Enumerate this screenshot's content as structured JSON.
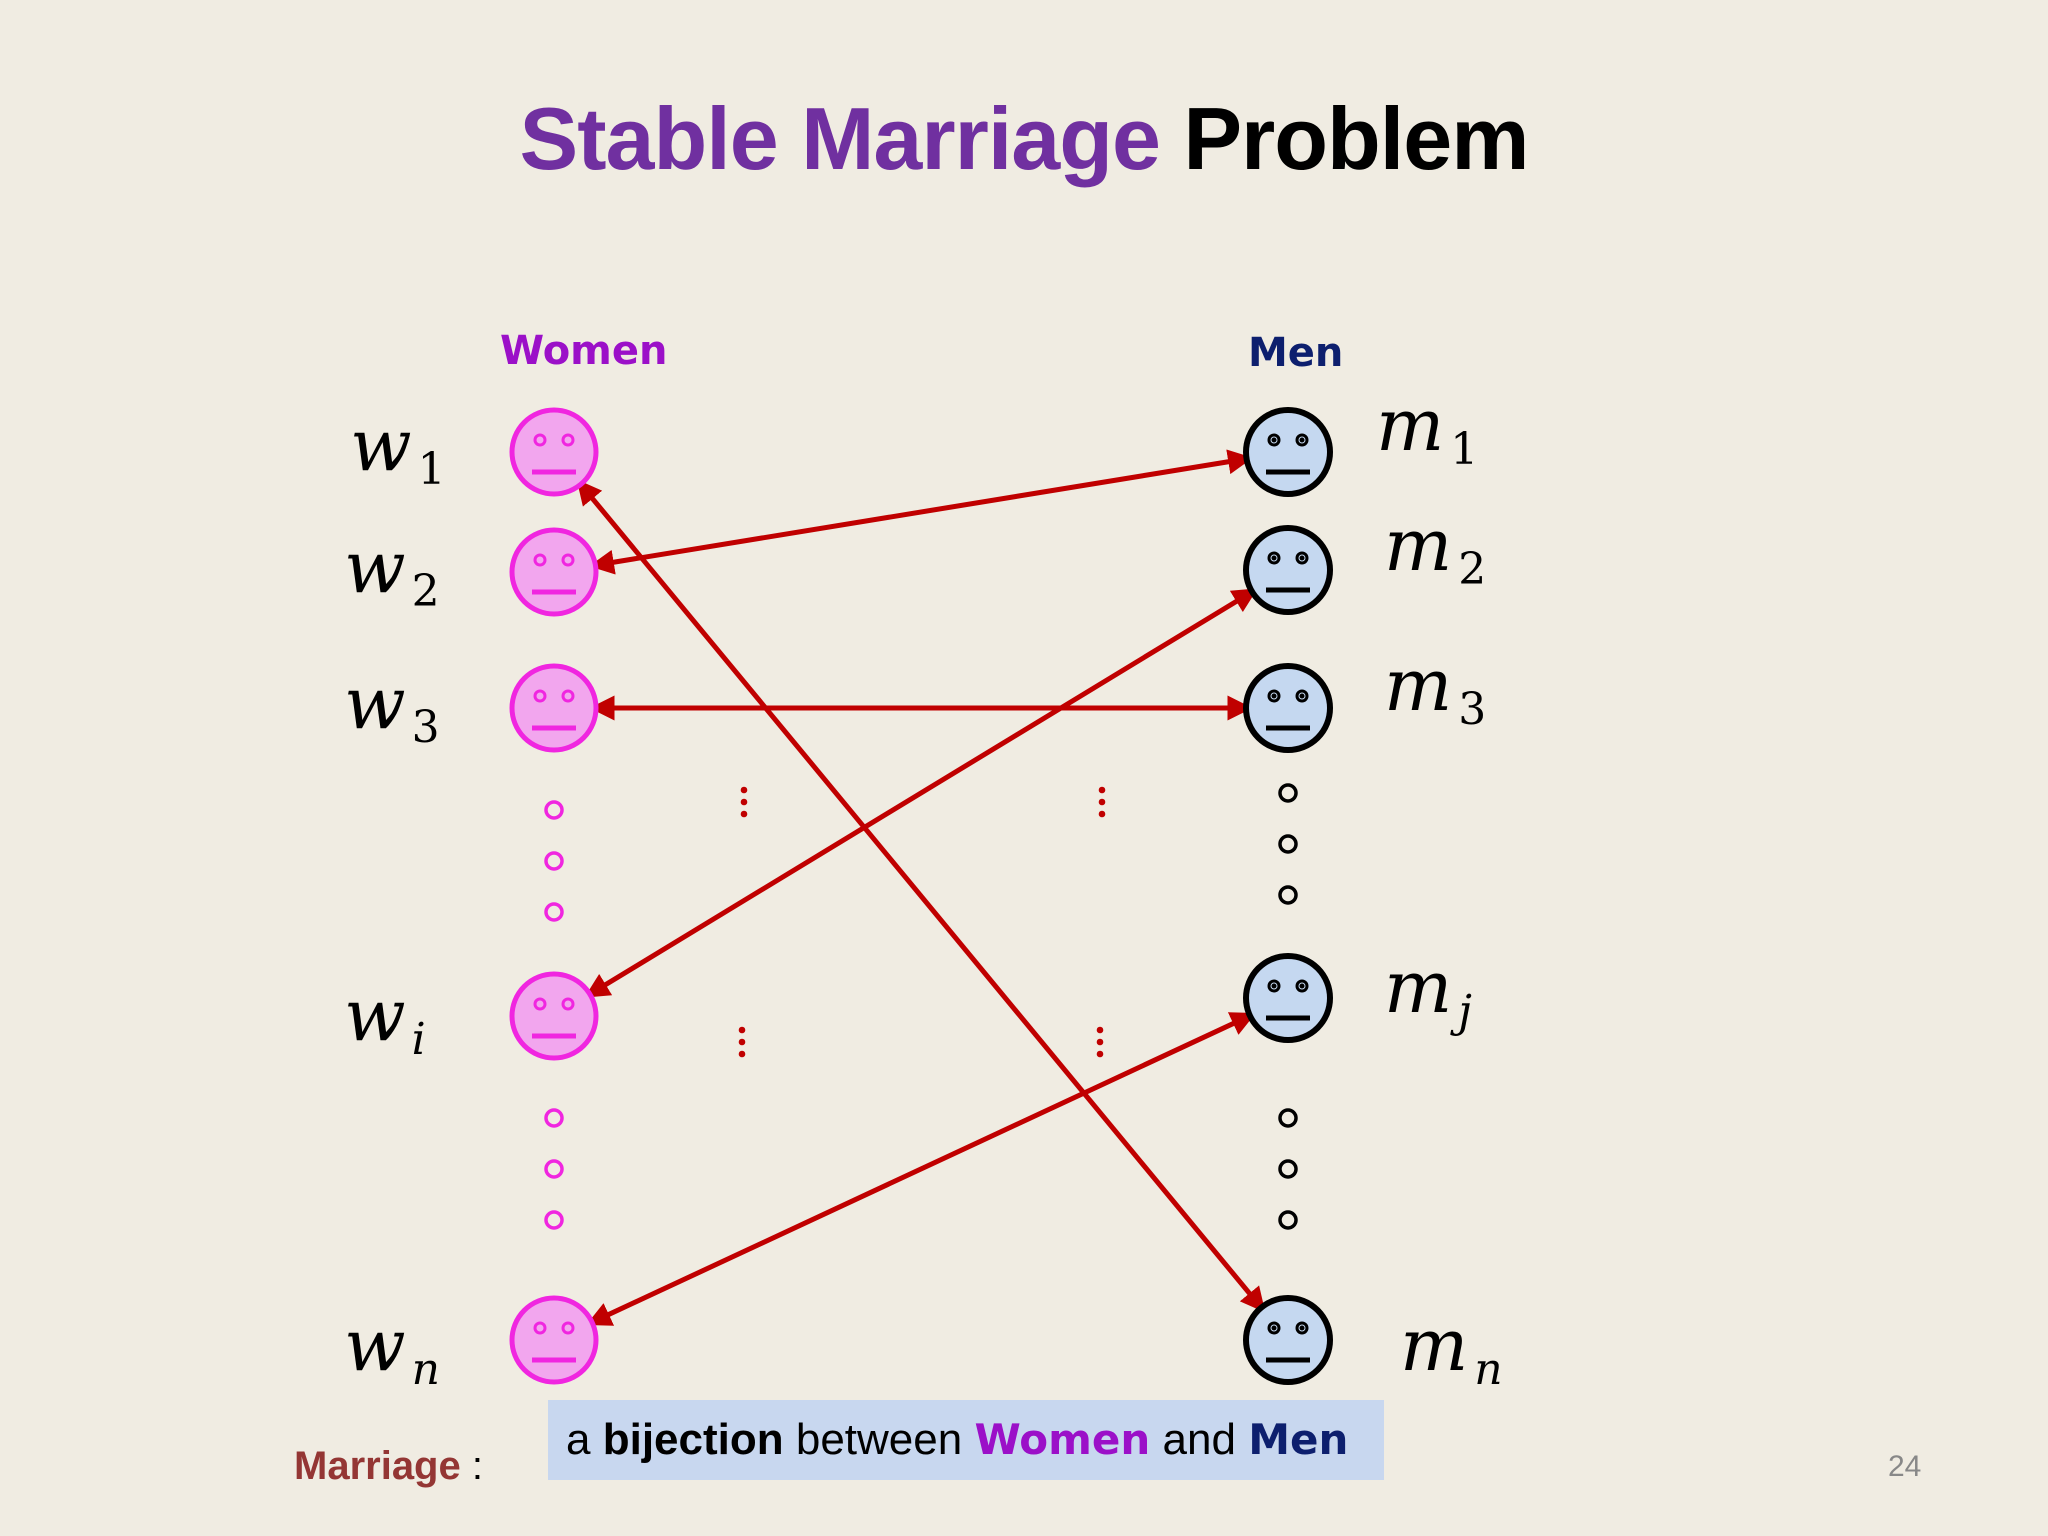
{
  "title": {
    "part1": "Stable Marriage",
    "part2": "Problem"
  },
  "headers": {
    "women": "Women",
    "men": "Men"
  },
  "women": [
    {
      "base": "w",
      "sub": "1"
    },
    {
      "base": "w",
      "sub": "2"
    },
    {
      "base": "w",
      "sub": "3"
    },
    {
      "base": "w",
      "sub": "i"
    },
    {
      "base": "w",
      "sub": "n"
    }
  ],
  "men": [
    {
      "base": "m",
      "sub": "1"
    },
    {
      "base": "m",
      "sub": "2"
    },
    {
      "base": "m",
      "sub": "3"
    },
    {
      "base": "m",
      "sub": "j"
    },
    {
      "base": "m",
      "sub": "n"
    }
  ],
  "matching": [
    {
      "woman": "w1",
      "man": "mn"
    },
    {
      "woman": "w2",
      "man": "m1"
    },
    {
      "woman": "w3",
      "man": "m3"
    },
    {
      "woman": "wi",
      "man": "m2"
    },
    {
      "woman": "wn",
      "man": "mj"
    }
  ],
  "colors": {
    "woman_face": "#f2a6ee",
    "woman_stroke": "#f026e0",
    "man_face": "#c5d8f0",
    "man_stroke": "#000000",
    "edge": "#c00000",
    "title_accent": "#7030a0"
  },
  "footer": {
    "marriage_label": "Marriage",
    "colon": ":",
    "def_a": "a",
    "def_bijection": "bijection",
    "def_between": "between",
    "def_women": "Women",
    "def_and": "and",
    "def_men": "Men",
    "page_number": "24"
  }
}
